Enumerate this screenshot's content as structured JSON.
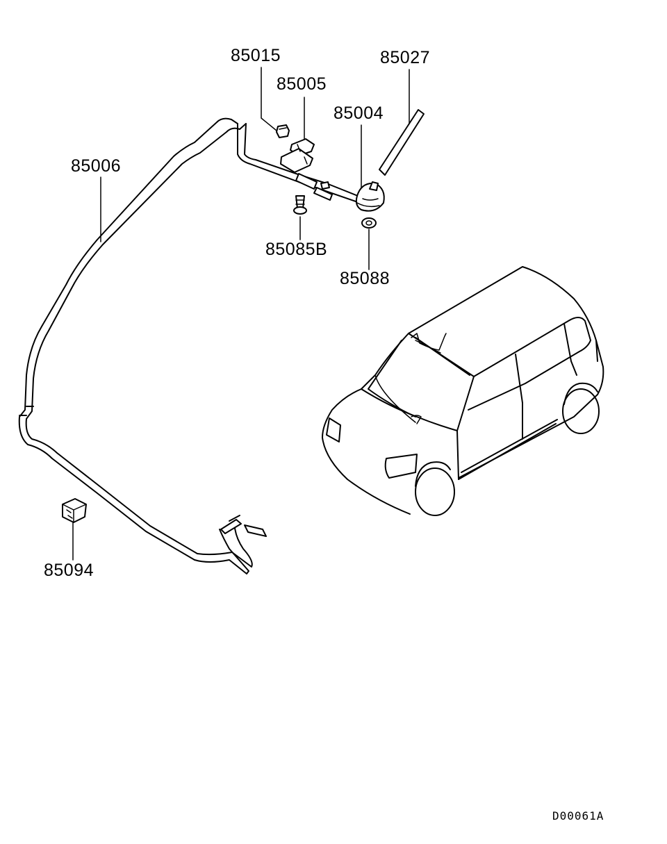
{
  "diagram": {
    "reference_code": "D00061A",
    "parts": [
      {
        "id": "p1",
        "number": "85015"
      },
      {
        "id": "p2",
        "number": "85005"
      },
      {
        "id": "p3",
        "number": "85027"
      },
      {
        "id": "p4",
        "number": "85004"
      },
      {
        "id": "p5",
        "number": "85006"
      },
      {
        "id": "p6",
        "number": "85085B"
      },
      {
        "id": "p7",
        "number": "85088"
      },
      {
        "id": "p8",
        "number": "85094"
      }
    ]
  }
}
